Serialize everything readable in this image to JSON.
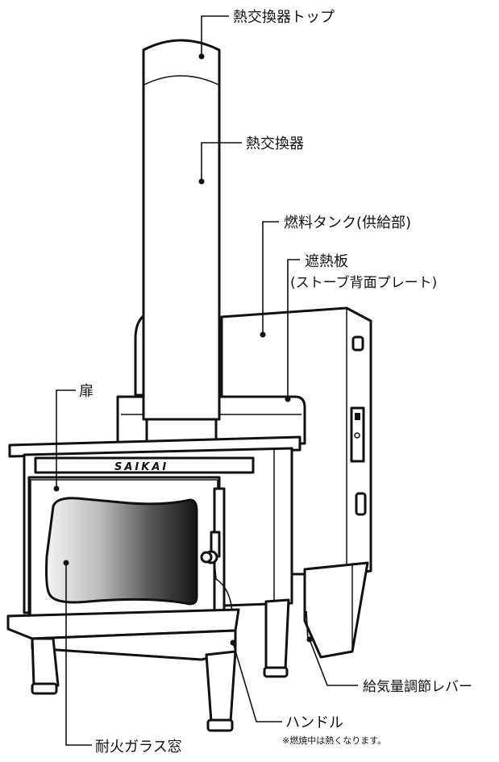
{
  "labels": {
    "heat_exchanger_top": "熱交換器トップ",
    "heat_exchanger": "熱交換器",
    "fuel_tank": "燃料タンク(供給部)",
    "heat_shield_line1": "遮熱板",
    "heat_shield_line2": "(ストーブ背面プレート)",
    "door": "扉",
    "air_lever": "給気量調節レバー",
    "handle": "ハンドル",
    "handle_note": "※燃焼中は熱くなります。",
    "glass_window": "耐火ガラス窓",
    "brand": "SAIKAI"
  },
  "colors": {
    "line": "#111111",
    "fill": "#ffffff",
    "glass_light": "#f2f2f2",
    "glass_dark": "#1a1a1a"
  }
}
